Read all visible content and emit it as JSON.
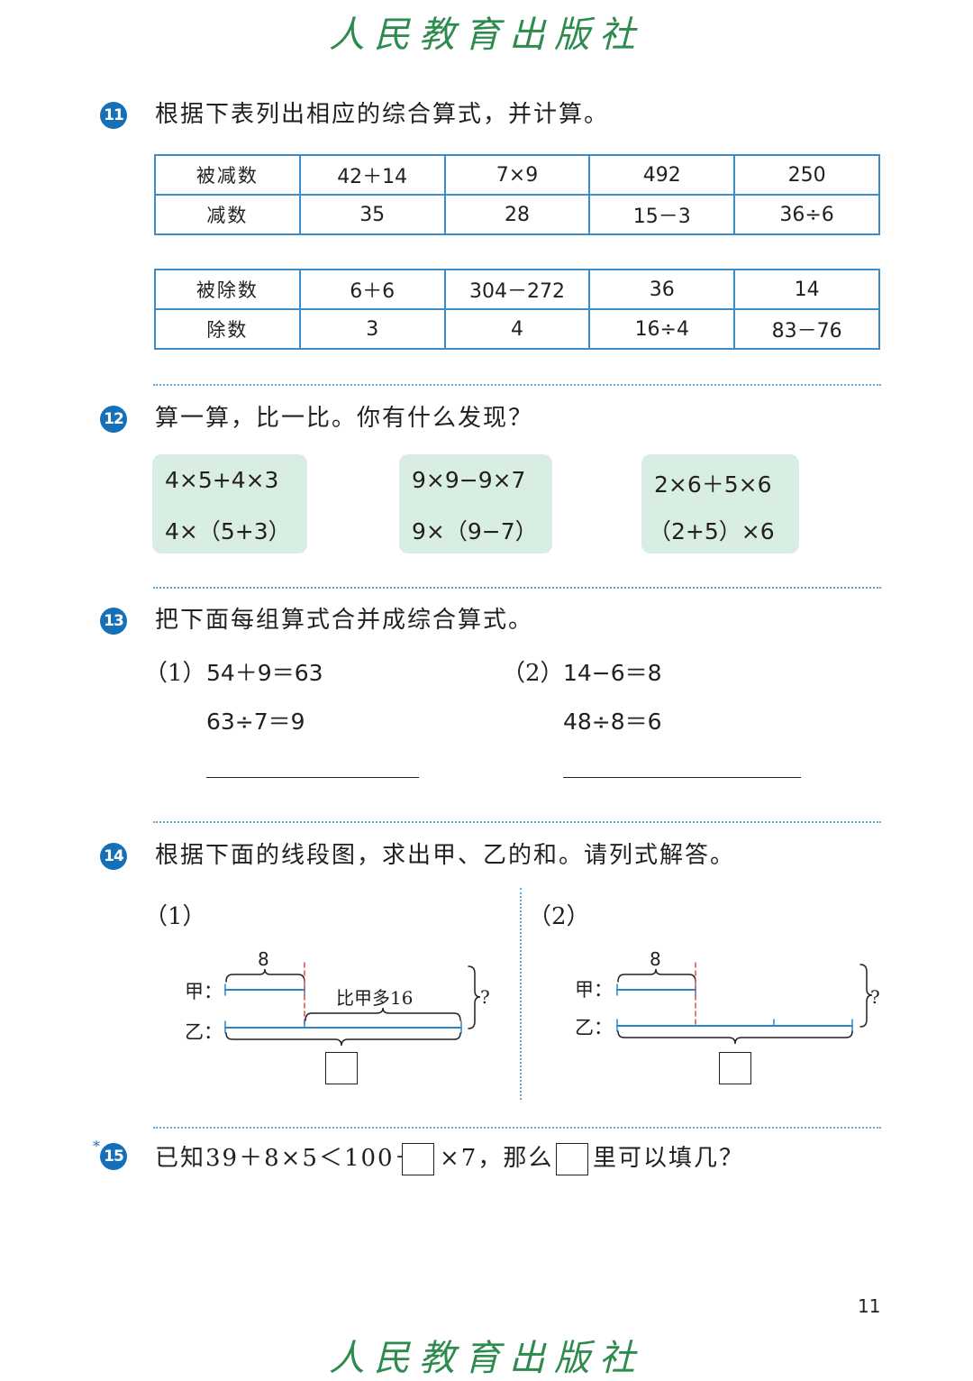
{
  "header_logo": "人民教育出版社",
  "footer_logo": "人民教育出版社",
  "page_number": "11",
  "q11": {
    "number": "11",
    "text": "根据下表列出相应的综合算式，并计算。",
    "table1": {
      "rows": [
        [
          "被减数",
          "42＋14",
          "7×9",
          "492",
          "250"
        ],
        [
          "减数",
          "35",
          "28",
          "15－3",
          "36÷6"
        ]
      ]
    },
    "table2": {
      "rows": [
        [
          "被除数",
          "6＋6",
          "304－272",
          "36",
          "14"
        ],
        [
          "除数",
          "3",
          "4",
          "16÷4",
          "83－76"
        ]
      ]
    }
  },
  "q12": {
    "number": "12",
    "text": "算一算，比一比。你有什么发现？",
    "groups": [
      [
        "4×5+4×3",
        "4×（5+3）"
      ],
      [
        "9×9−9×7",
        "9×（9−7）"
      ],
      [
        "2×6＋5×6",
        "（2+5）×6"
      ]
    ]
  },
  "q13": {
    "number": "13",
    "text": "把下面每组算式合并成综合算式。",
    "parts": [
      {
        "label": "（1）",
        "line1": "54＋9＝63",
        "line2": "63÷7＝9"
      },
      {
        "label": "（2）",
        "line1": "14−6＝8",
        "line2": "48÷8＝6"
      }
    ]
  },
  "q14": {
    "number": "14",
    "text": "根据下面的线段图，求出甲、乙的和。请列式解答。",
    "diagram1": {
      "label": "（1）",
      "jia": "甲：",
      "yi": "乙：",
      "jia_value": "8",
      "extra": "比甲多16",
      "question": "?"
    },
    "diagram2": {
      "label": "（2）",
      "jia": "甲：",
      "yi": "乙：",
      "jia_value": "8",
      "question": "?"
    }
  },
  "q15": {
    "number": "15",
    "star": "*",
    "text_a": "已知39＋8×5＜100－",
    "text_b": "×7，那么",
    "text_c": "里可以填几？"
  }
}
